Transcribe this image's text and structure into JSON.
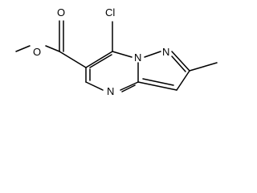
{
  "molecule": {
    "atoms": {
      "chlorine": "Cl",
      "carbonyl_oxygen": "O",
      "ester_oxygen": "O",
      "ring_nitrogen_bridgehead": "N",
      "ring_nitrogen_pyrazole": "N",
      "ring_nitrogen_pyrimidine": "N"
    },
    "colors": {
      "bond": "#000000",
      "label": "#000000",
      "background": "#ffffff"
    }
  }
}
